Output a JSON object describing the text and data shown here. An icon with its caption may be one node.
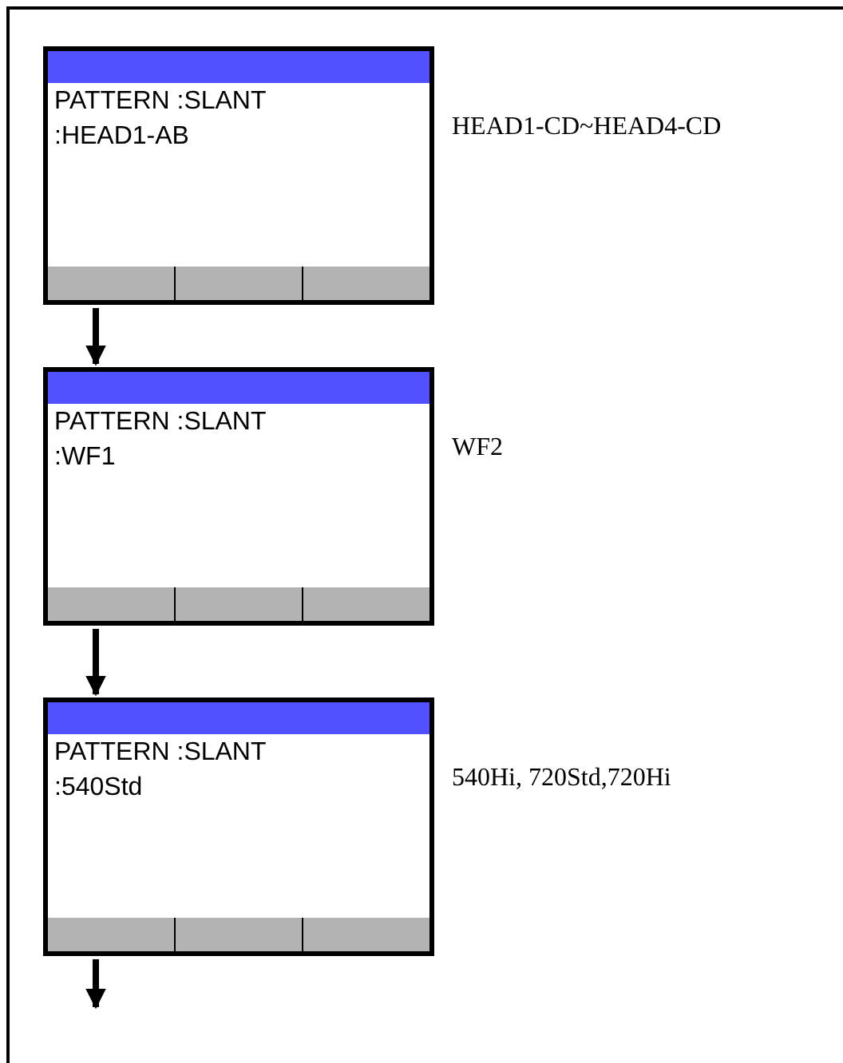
{
  "diagram": {
    "nodes": [
      {
        "text": [
          "PATTERN :SLANT",
          ":HEAD1-AB"
        ],
        "beside": [
          "HEAD1-CD~HEAD4-CD"
        ]
      },
      {
        "text": [],
        "shape": "bar",
        "in": 0
      },
      {
        "text": [],
        "shape": "box",
        "in": 0
      },
      {
        "text": [],
        "shape": "box",
        "in": 0
      },
      {
        "text": [],
        "shape": "box",
        "in": 0
      },
      {
        "text": [
          "PATTERN :SLANT",
          ":WF1"
        ],
        "beside": [
          "WF2"
        ]
      },
      {
        "text": [],
        "shape": "bar",
        "in": 5
      },
      {
        "text": [],
        "shape": "box",
        "in": 5
      },
      {
        "text": [],
        "shape": "box",
        "in": 5
      },
      {
        "text": [],
        "shape": "box",
        "in": 5
      },
      {
        "text": [
          "PATTERN :SLANT",
          ":540Std"
        ],
        "beside": [
          "540Hi, 720Std,720Hi"
        ]
      },
      {
        "text": [],
        "shape": "bar",
        "in": 10
      },
      {
        "text": [],
        "shape": "box",
        "in": 10
      },
      {
        "text": [],
        "shape": "box",
        "in": 10
      },
      {
        "text": [],
        "shape": "box",
        "in": 10
      }
    ],
    "edges": [
      {
        "from": 0,
        "to": 5,
        "arrow": "to"
      },
      {
        "from": 5,
        "to": 10,
        "arrow": "to"
      },
      {
        "from": 10,
        "to": null,
        "arrow": "to"
      }
    ]
  }
}
